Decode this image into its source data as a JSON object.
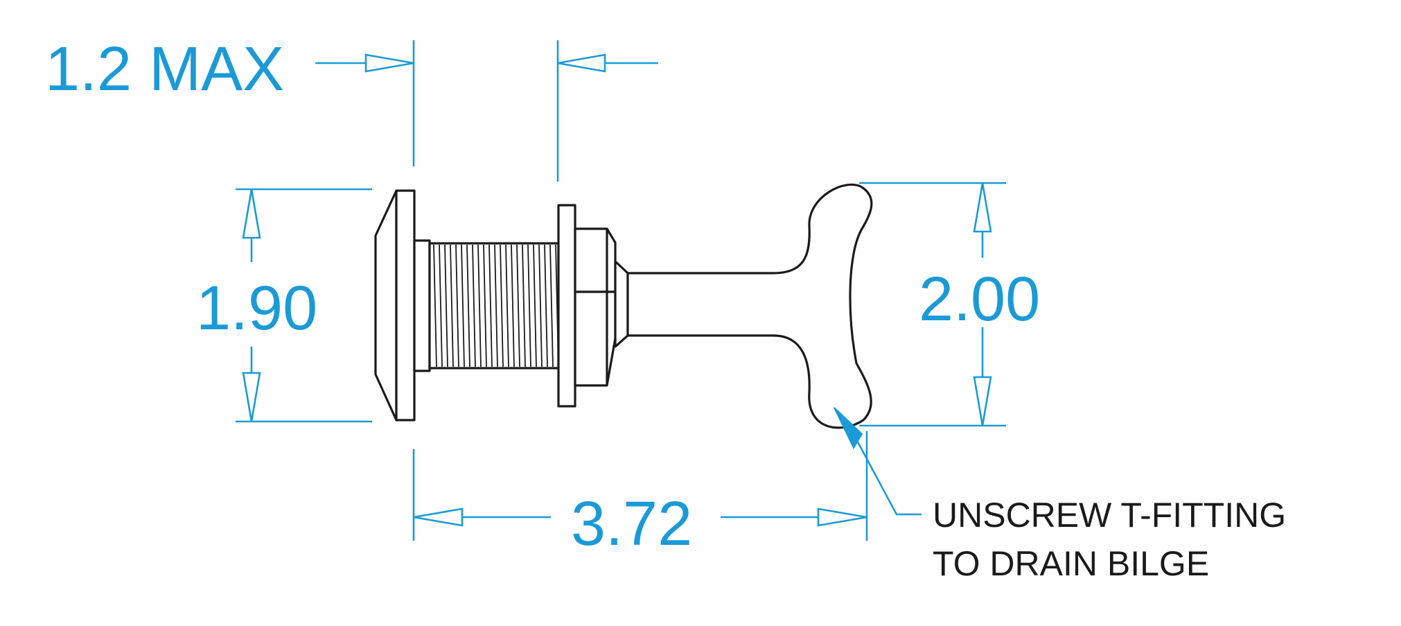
{
  "dimensions": {
    "max_thickness": "1.2 MAX",
    "flange_height": "1.90",
    "handle_height": "2.00",
    "overall_length": "3.72"
  },
  "note": {
    "line1": "UNSCREW T-FITTING",
    "line2": "TO DRAIN BILGE"
  },
  "colors": {
    "dimension": "#1a9ad6",
    "outline": "#1a1a1a"
  }
}
